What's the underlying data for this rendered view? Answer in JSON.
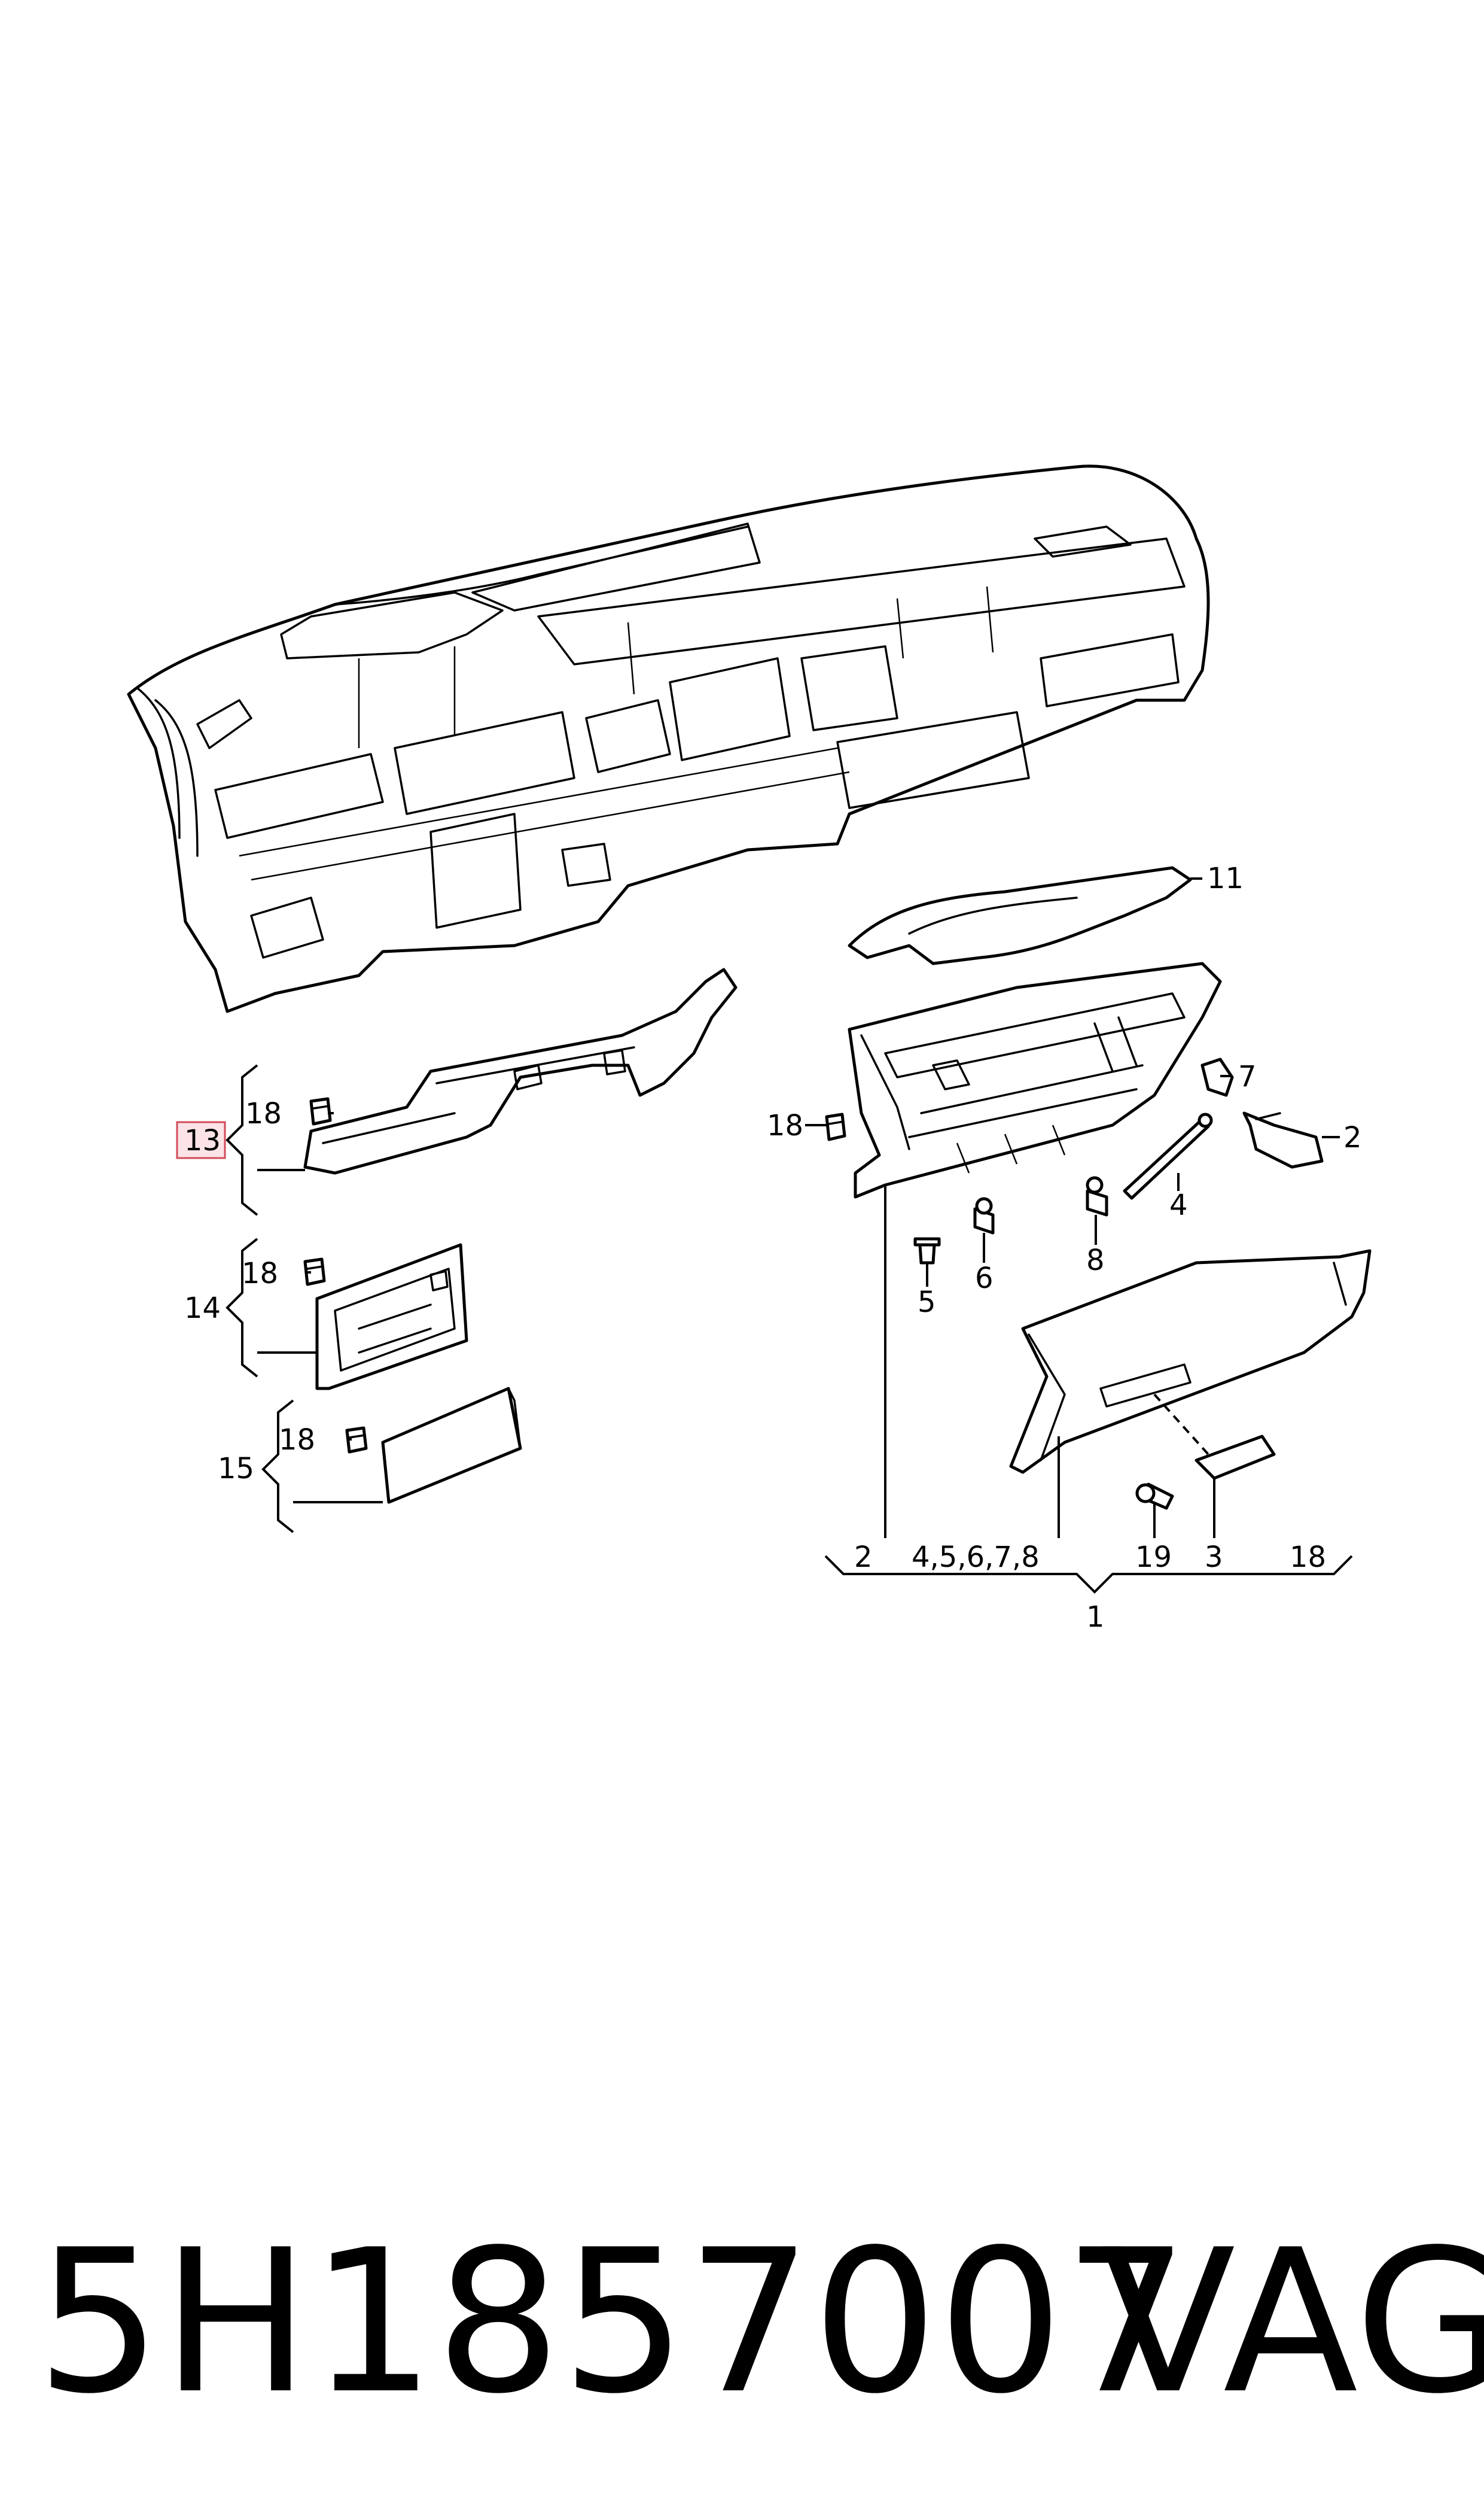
{
  "diagram": {
    "callouts": {
      "c1": "1",
      "c2_right": "2",
      "c2_bottom": "2",
      "c3": "3",
      "c4": "4",
      "c5": "5",
      "c6": "6",
      "c7": "7",
      "c8": "8",
      "c11": "11",
      "c13": "13",
      "c14": "14",
      "c15": "15",
      "c18_a": "18",
      "c18_b": "18",
      "c18_c": "18",
      "c18_d": "18",
      "c18_bottom": "18",
      "c19": "19",
      "c4_8_group": "4,5,6,7,8"
    },
    "highlighted_callout": "13",
    "highlight_color": "#fbe3e6"
  },
  "footer": {
    "part_number": "5H1857007",
    "brand": "VAG"
  }
}
